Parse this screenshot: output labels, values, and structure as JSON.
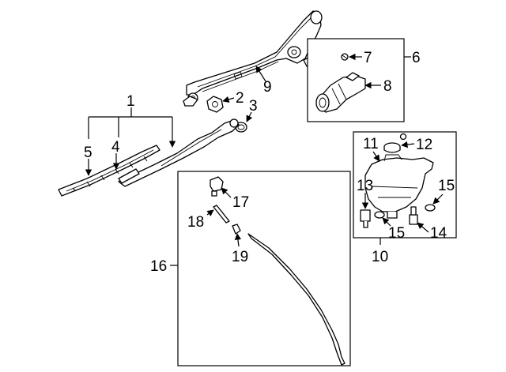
{
  "diagram": {
    "callouts": {
      "c1": "1",
      "c2": "2",
      "c3": "3",
      "c4": "4",
      "c5": "5",
      "c6": "6",
      "c7": "7",
      "c8": "8",
      "c9": "9",
      "c10": "10",
      "c11": "11",
      "c12": "12",
      "c13": "13",
      "c14": "14",
      "c15a": "15",
      "c15b": "15",
      "c16": "16",
      "c17": "17",
      "c18": "18",
      "c19": "19"
    }
  }
}
